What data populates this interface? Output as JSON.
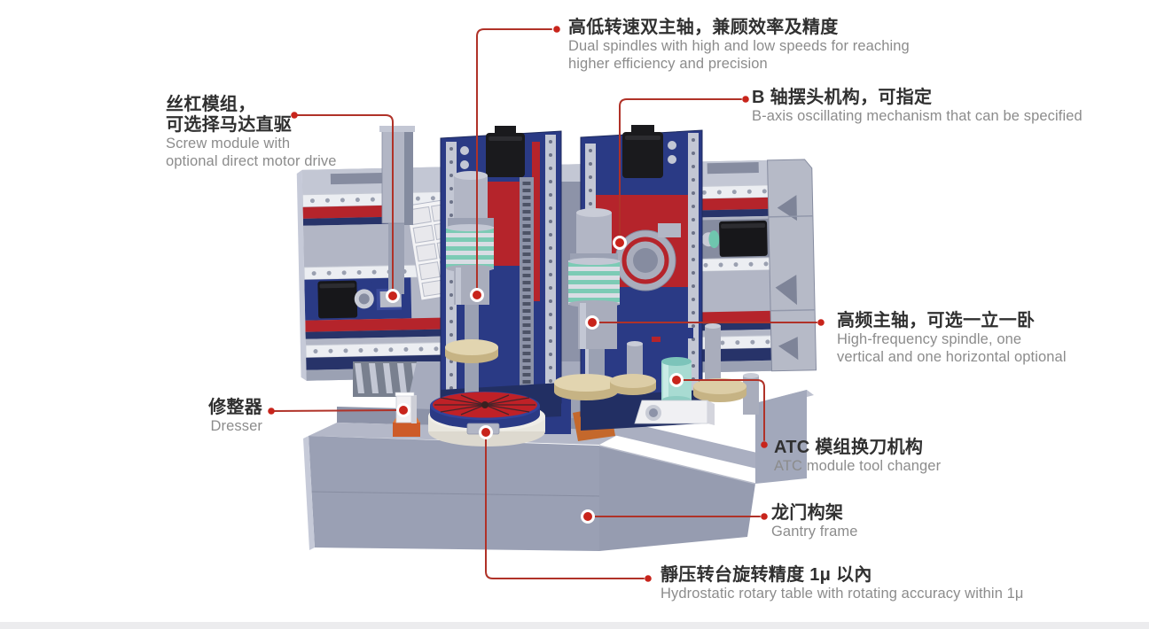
{
  "page": {
    "background": "#ffffff"
  },
  "colors": {
    "leader_red": "#b03228",
    "dot_red": "#c8241b",
    "zh_text": "#303030",
    "en_text": "#8c8c8c",
    "machine_navy": "#2a3a85",
    "machine_red": "#b5242b",
    "machine_teal": "#7ccbb5",
    "machine_gray": "#b2b6c5",
    "machine_cream": "#d7c8a0"
  },
  "callouts": {
    "dual_spindles": {
      "zh": "高低转速双主轴，兼顾效率及精度",
      "en1": "Dual spindles with high and low speeds for reaching",
      "en2": "higher efficiency and precision"
    },
    "b_axis": {
      "zh": "B 轴摆头机构，可指定",
      "en1": "B-axis oscillating mechanism that can be specified"
    },
    "screw_module": {
      "zh1": "丝杠模组，",
      "zh2": "可选择马达直驱",
      "en1": "Screw module with",
      "en2": "optional direct motor drive"
    },
    "hf_spindle": {
      "zh": "高频主轴，可选一立一卧",
      "en1": "High-frequency spindle, one",
      "en2": "vertical and one horizontal optional"
    },
    "dresser": {
      "zh": "修整器",
      "en1": "Dresser"
    },
    "atc": {
      "zh": "ATC 模组换刀机构",
      "en1": "ATC module tool changer"
    },
    "gantry": {
      "zh": "龙门构架",
      "en1": "Gantry frame"
    },
    "rotary_table": {
      "zh": "靜压转台旋转精度 1μ 以內",
      "en1": "Hydrostatic rotary table with rotating accuracy within 1μ"
    }
  }
}
